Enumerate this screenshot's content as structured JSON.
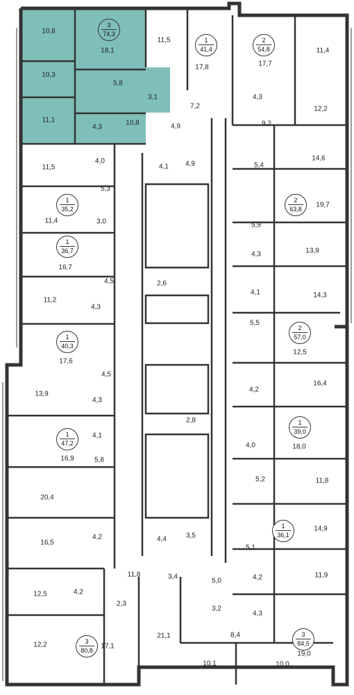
{
  "colors": {
    "wall": "#333333",
    "highlight": "#7fbfb9",
    "background": "#ffffff"
  },
  "apartments": [
    {
      "id": "apt-top-left",
      "rooms": "3",
      "total": "74,3",
      "highlighted": true
    },
    {
      "id": "apt-top-center",
      "rooms": "1",
      "total": "41,4"
    },
    {
      "id": "apt-top-right",
      "rooms": "2",
      "total": "54,8"
    },
    {
      "id": "apt-left-2",
      "rooms": "1",
      "total": "35,2"
    },
    {
      "id": "apt-right-2",
      "rooms": "2",
      "total": "63,8"
    },
    {
      "id": "apt-left-3",
      "rooms": "1",
      "total": "36,7"
    },
    {
      "id": "apt-left-4",
      "rooms": "1",
      "total": "40,3"
    },
    {
      "id": "apt-right-3",
      "rooms": "2",
      "total": "57,0"
    },
    {
      "id": "apt-left-5",
      "rooms": "1",
      "total": "47,2"
    },
    {
      "id": "apt-right-4",
      "rooms": "1",
      "total": "39,0"
    },
    {
      "id": "apt-right-5",
      "rooms": "1",
      "total": "36,1"
    },
    {
      "id": "apt-bottom-left",
      "rooms": "3",
      "total": "80,8"
    },
    {
      "id": "apt-bottom-right",
      "rooms": "3",
      "total": "84,5"
    }
  ],
  "room_areas": [
    "10,8",
    "18,1",
    "10,3",
    "5,8",
    "3,1",
    "11,1",
    "4,3",
    "10,8",
    "11,5",
    "17,8",
    "7,2",
    "4,9",
    "17,7",
    "11,4",
    "4,3",
    "12,2",
    "9,2",
    "4,0",
    "4,1",
    "4,9",
    "11,5",
    "5,3",
    "14,6",
    "5,4",
    "11,4",
    "3,0",
    "19,7",
    "5,9",
    "13,9",
    "4,3",
    "16,7",
    "4,5",
    "2,6",
    "4,1",
    "14,3",
    "11,2",
    "4,3",
    "5,5",
    "17,6",
    "4,5",
    "12,5",
    "13,9",
    "4,3",
    "4,2",
    "16,4",
    "4,1",
    "2,8",
    "16,9",
    "5,8",
    "4,0",
    "18,0",
    "5,2",
    "11,8",
    "20,4",
    "4,2",
    "16,5",
    "4,4",
    "3,5",
    "14,9",
    "5,1",
    "11,8",
    "3,4",
    "5,0",
    "4,2",
    "11,9",
    "12,5",
    "4,2",
    "2,3",
    "3,2",
    "4,3",
    "21,1",
    "8,4",
    "12,2",
    "17,1",
    "10,1",
    "10,0",
    "19,0"
  ]
}
